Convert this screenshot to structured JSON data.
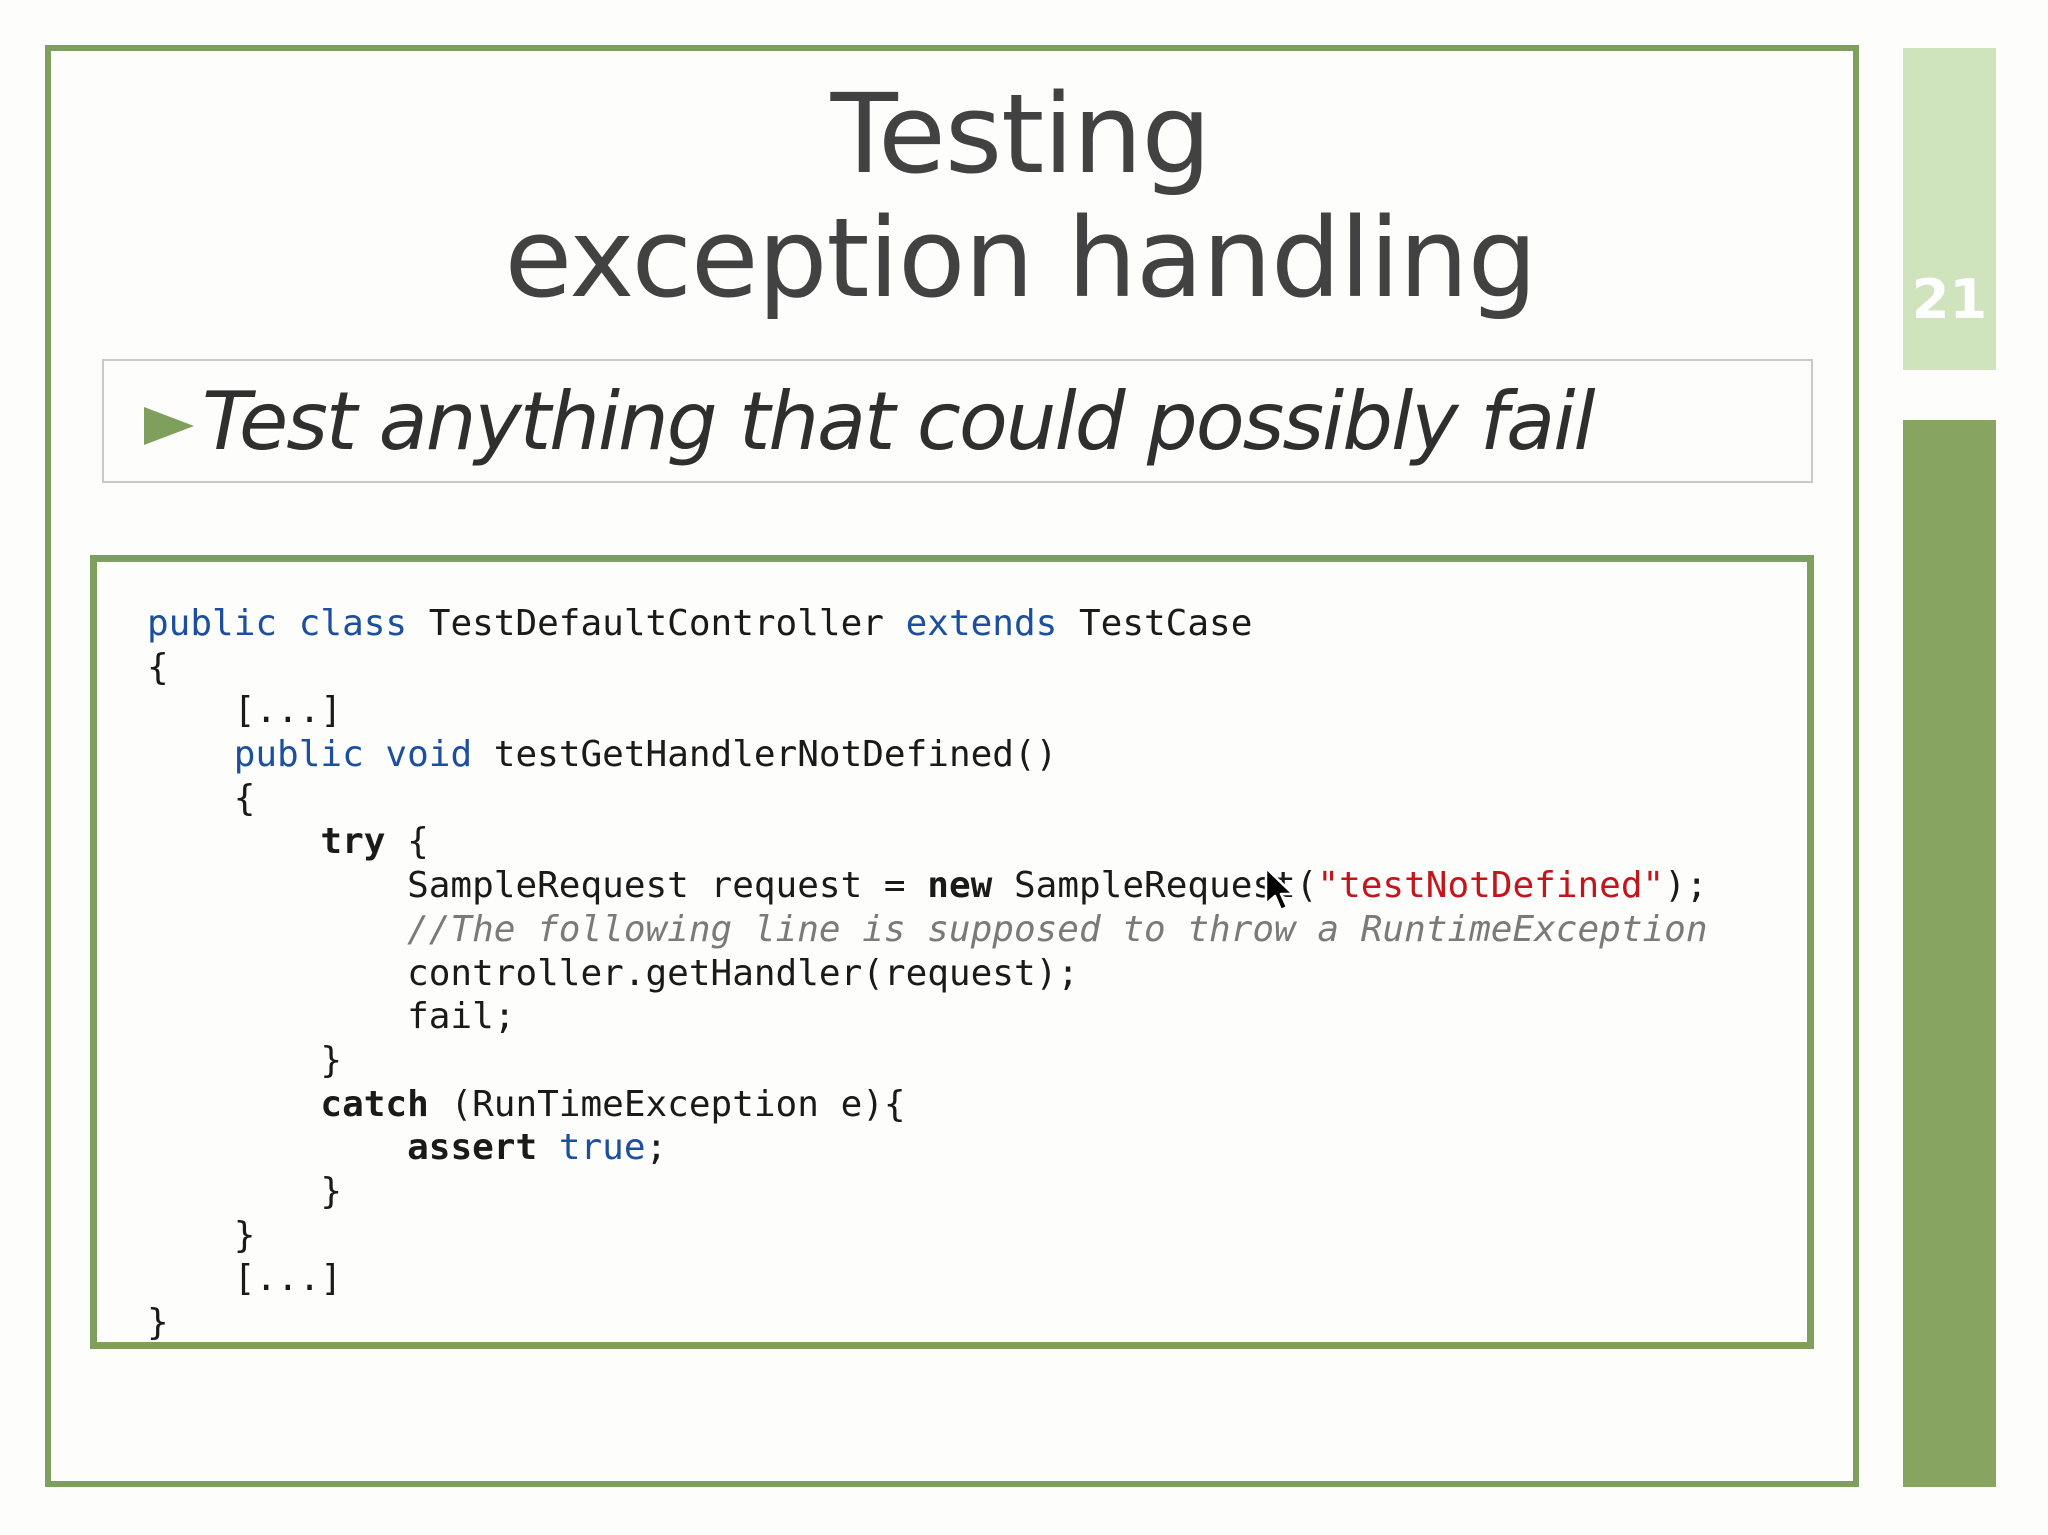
{
  "slide": {
    "title_line1": "Testing",
    "title_line2": "exception handling",
    "bullet": "Test anything that could possibly fail",
    "page_number": "21"
  },
  "code": {
    "lines": [
      {
        "seg": [
          {
            "t": "public class",
            "c": "kw"
          },
          {
            "t": " TestDefaultController ",
            "c": ""
          },
          {
            "t": "extends",
            "c": "kw"
          },
          {
            "t": " TestCase",
            "c": ""
          }
        ]
      },
      {
        "seg": [
          {
            "t": "{",
            "c": ""
          }
        ]
      },
      {
        "seg": [
          {
            "t": "    [...]",
            "c": ""
          }
        ]
      },
      {
        "seg": [
          {
            "t": "    ",
            "c": ""
          },
          {
            "t": "public void",
            "c": "kw"
          },
          {
            "t": " testGetHandlerNotDefined()",
            "c": ""
          }
        ]
      },
      {
        "seg": [
          {
            "t": "    {",
            "c": ""
          }
        ]
      },
      {
        "seg": [
          {
            "t": "        ",
            "c": ""
          },
          {
            "t": "try",
            "c": "kb"
          },
          {
            "t": " {",
            "c": ""
          }
        ]
      },
      {
        "seg": [
          {
            "t": "            SampleRequest request = ",
            "c": ""
          },
          {
            "t": "new",
            "c": "kb"
          },
          {
            "t": " SampleRequest(",
            "c": ""
          },
          {
            "t": "\"testNotDefined\"",
            "c": "str"
          },
          {
            "t": ");",
            "c": ""
          }
        ]
      },
      {
        "seg": [
          {
            "t": "            //The following line is supposed to throw a RuntimeException",
            "c": "cm"
          }
        ]
      },
      {
        "seg": [
          {
            "t": "            controller.getHandler(request);",
            "c": ""
          }
        ]
      },
      {
        "seg": [
          {
            "t": "            fail;",
            "c": ""
          }
        ]
      },
      {
        "seg": [
          {
            "t": "        }",
            "c": ""
          }
        ]
      },
      {
        "seg": [
          {
            "t": "        ",
            "c": ""
          },
          {
            "t": "catch",
            "c": "kb"
          },
          {
            "t": " (RunTimeException e){",
            "c": ""
          }
        ]
      },
      {
        "seg": [
          {
            "t": "            ",
            "c": ""
          },
          {
            "t": "assert",
            "c": "kb"
          },
          {
            "t": " ",
            "c": ""
          },
          {
            "t": "true",
            "c": "kw"
          },
          {
            "t": ";",
            "c": ""
          }
        ]
      },
      {
        "seg": [
          {
            "t": "        }",
            "c": ""
          }
        ]
      },
      {
        "seg": [
          {
            "t": "    }",
            "c": ""
          }
        ]
      },
      {
        "seg": [
          {
            "t": "    [...]",
            "c": ""
          }
        ]
      },
      {
        "seg": [
          {
            "t": "}",
            "c": ""
          }
        ]
      }
    ]
  },
  "colors": {
    "accent": "#7fa05c",
    "accent_light": "#cfe3bd",
    "keyword": "#1c4fa0",
    "string": "#c3161c"
  },
  "icons": {
    "bullet": "triangle-right-icon",
    "cursor": "mouse-pointer-icon"
  }
}
